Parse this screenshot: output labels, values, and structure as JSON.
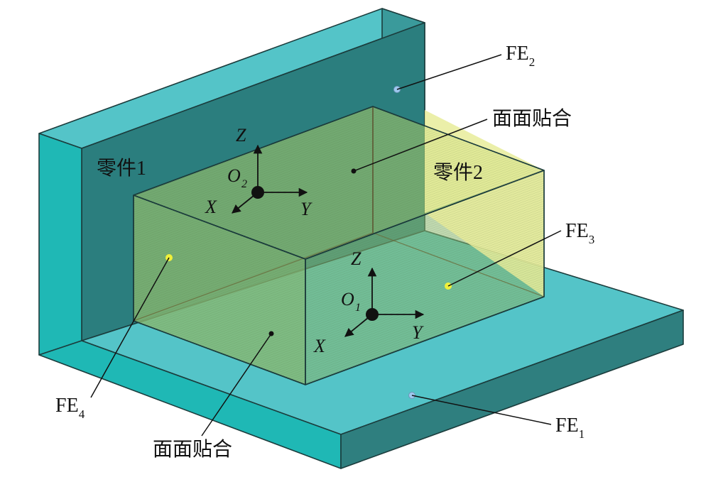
{
  "colors": {
    "plate_top": "#54c4c8",
    "plate_side_dark": "#2f7f7f",
    "plate_side_mid": "#3a9a9b",
    "wall_face": "#2b7e7e",
    "block_green": "#8bb86e",
    "block_yellow": "#e7ec9a",
    "point_blue": "#9fc8ef",
    "point_yellow": "#f0f03a"
  },
  "labels": {
    "fe1": {
      "main": "FE",
      "sub": "1"
    },
    "fe2": {
      "main": "FE",
      "sub": "2"
    },
    "fe3": {
      "main": "FE",
      "sub": "3"
    },
    "fe4": {
      "main": "FE",
      "sub": "4"
    },
    "mate_top": "面面贴合",
    "mate_bottom": "面面贴合",
    "part1": "零件1",
    "part2": "零件2"
  },
  "frames": {
    "o1": {
      "origin": "O",
      "origin_sub": "1",
      "x": "X",
      "y": "Y",
      "z": "Z"
    },
    "o2": {
      "origin": "O",
      "origin_sub": "2",
      "x": "X",
      "y": "Y",
      "z": "Z"
    }
  }
}
